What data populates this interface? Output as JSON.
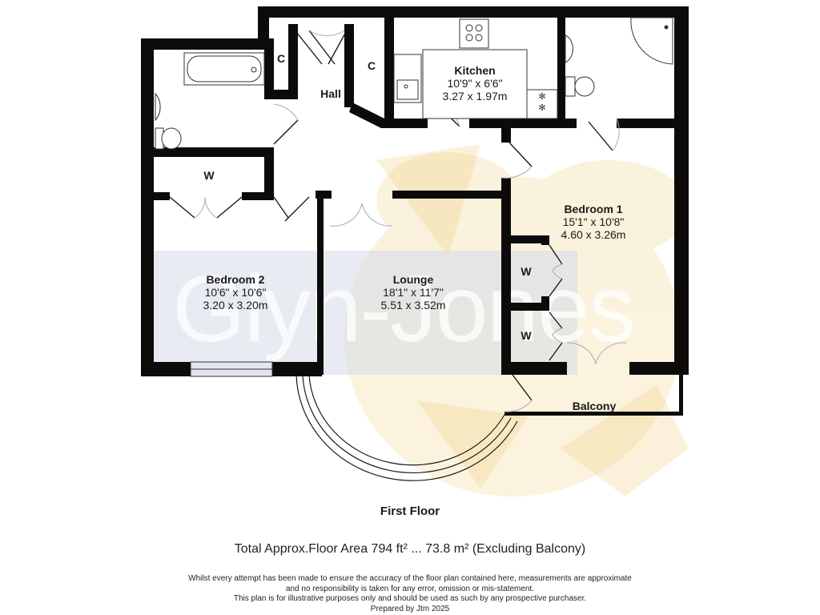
{
  "plan": {
    "floor_title": "First Floor",
    "rooms": [
      {
        "name": "Kitchen",
        "imperial": "10'9\" x 6'6\"",
        "metric": "3.27 x 1.97m"
      },
      {
        "name": "Bedroom 1",
        "imperial": "15'1\" x 10'8\"",
        "metric": "4.60 x 3.26m"
      },
      {
        "name": "Bedroom 2",
        "imperial": "10'6\" x 10'6\"",
        "metric": "3.20 x 3.20m"
      },
      {
        "name": "Lounge",
        "imperial": "18'1\" x 11'7\"",
        "metric": "5.51 x 3.52m"
      }
    ],
    "small_labels": {
      "hall": "Hall",
      "cupboard_left": "C",
      "cupboard_right": "C",
      "wardrobe_bed2": "W",
      "wardrobe_bed1_upper": "W",
      "wardrobe_bed1_lower": "W",
      "balcony": "Balcony"
    },
    "watermark": "Glyn-Jones",
    "colors": {
      "wall": "#0d0a0a",
      "watermark_band": "#d6dae8",
      "logo_tint": "#f7e7a8"
    }
  },
  "footer": {
    "area": "Total Approx.Floor Area 794 ft² ... 73.8 m² (Excluding Balcony)",
    "disclaimer_lines": [
      "Whilst every attempt has been made to ensure the accuracy of the floor plan contained here, measurements are approximate",
      "and no responsibility is taken for any error, omission or mis-statement.",
      "This plan is for illustrative purposes only and should be used as such by any prospective purchaser.",
      "Prepared by Jtm 2025"
    ]
  }
}
